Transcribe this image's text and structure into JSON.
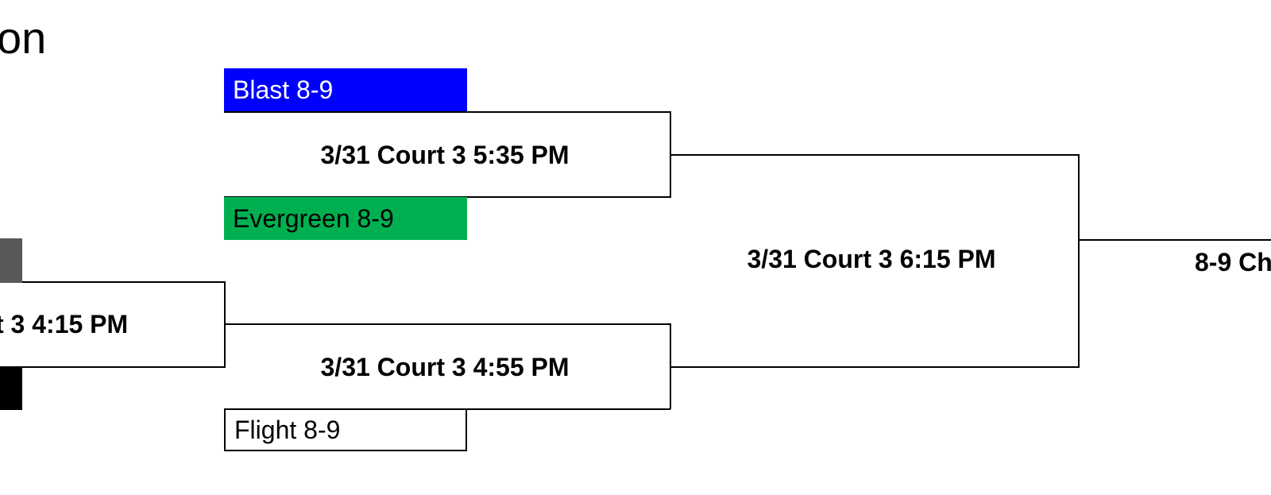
{
  "page": {
    "title_fragment": "on"
  },
  "bracket": {
    "teams": {
      "blast": {
        "label": "Blast 8-9",
        "fill": "#0000ff",
        "text_color": "#ffffff"
      },
      "evergreen": {
        "label": "Evergreen 8-9",
        "fill": "#00b050",
        "text_color": "#000000"
      },
      "flight": {
        "label": "Flight 8-9",
        "fill": "#ffffff",
        "text_color": "#000000"
      }
    },
    "seed_colors": {
      "upper": "#595959",
      "lower": "#000000"
    },
    "games": {
      "semi_top": "3/31 Court 3 5:35 PM",
      "semi_bottom": "3/31 Court 3 4:55 PM",
      "final": "3/31 Court 3 6:15 PM",
      "first_round": "t 3 4:15 PM",
      "championship": "8-9 Ch"
    },
    "line_color": "#000000"
  }
}
